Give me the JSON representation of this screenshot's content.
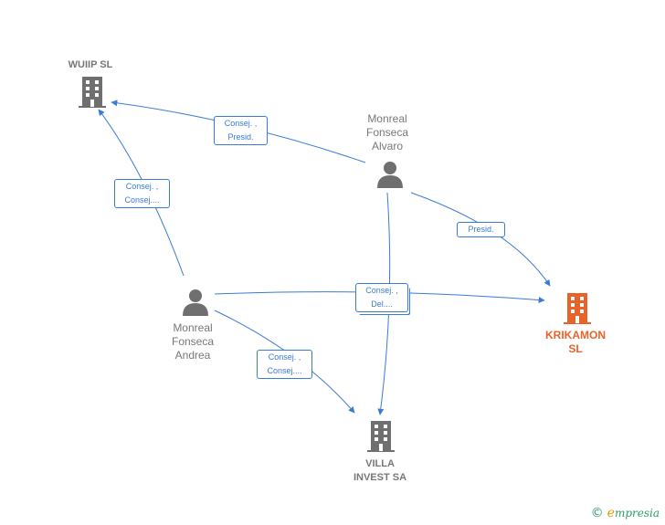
{
  "nodes": {
    "wuiip": {
      "label": "WUIIP  SL",
      "type": "company",
      "color": "#6f6f6f"
    },
    "krikamon": {
      "label": "KRIKAMON\nSL",
      "type": "company",
      "color": "#e8632a"
    },
    "villa": {
      "label": "VILLA\nINVEST SA",
      "type": "company",
      "color": "#6f6f6f"
    },
    "alvaro": {
      "label": "Monreal\nFonseca\nAlvaro",
      "type": "person",
      "color": "#6f6f6f"
    },
    "andrea": {
      "label": "Monreal\nFonseca\nAndrea",
      "type": "person",
      "color": "#6f6f6f"
    }
  },
  "edges": {
    "alvaro_wuiip": "Consej. ,\nPresid.",
    "andrea_wuiip": "Consej. ,\nConsej....",
    "alvaro_krikamon": "Presid.",
    "shared_krikamon_villa": "Consej. ,\nDel....",
    "andrea_villa": "Consej. ,\nConsej...."
  },
  "colors": {
    "edge": "#3a7bd5",
    "node": "#6f6f6f",
    "focus": "#e8632a"
  },
  "brand": {
    "copyright": "©",
    "e": "e",
    "rest": "mpresia"
  }
}
